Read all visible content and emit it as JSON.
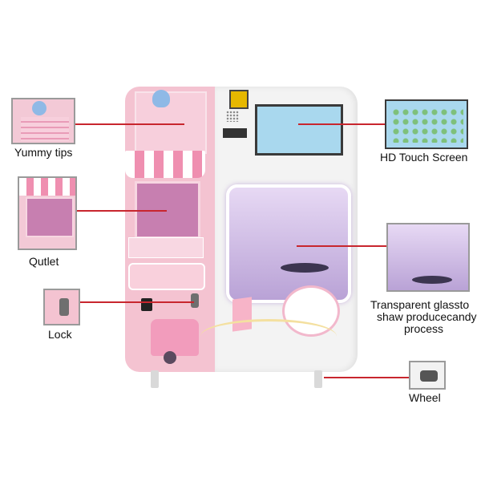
{
  "labels": {
    "yummy_tips": "Yummy tips",
    "qutlet": "Qutlet",
    "lock": "Lock",
    "hd_touch_screen": "HD Touch Screen",
    "transparent_glass_line1": "Transparent glassto",
    "transparent_glass_line2": "shaw producecandy",
    "transparent_glass_line3": "process",
    "wheel": "Wheel"
  },
  "colors": {
    "leader": "#c8262e",
    "machine_pink": "#f4c3d1",
    "machine_white": "#f3f3f3"
  },
  "icons": [
    "lock-icon",
    "wheel-icon"
  ]
}
